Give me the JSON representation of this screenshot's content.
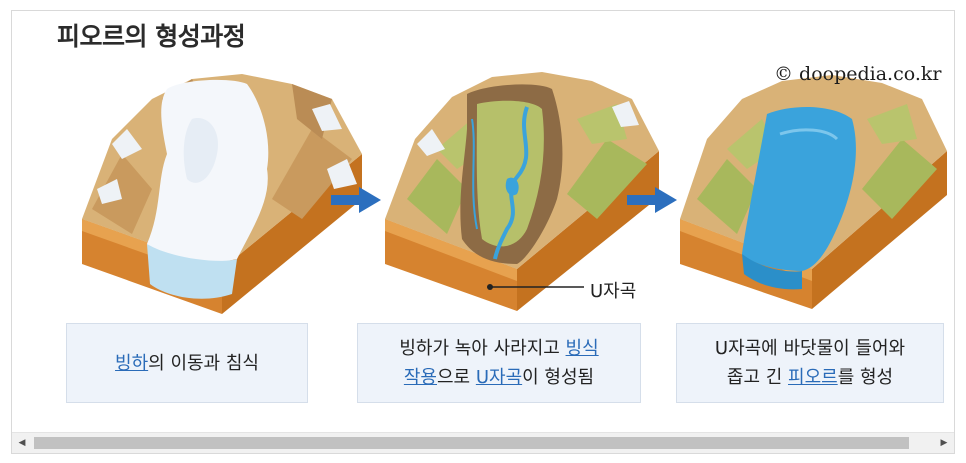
{
  "diagram": {
    "title": "피오르의 형성과정",
    "copyright": "© doopedia.co.kr",
    "annotation": "U자곡",
    "captions": [
      {
        "parts": [
          {
            "text": "빙하",
            "term": true
          },
          {
            "text": "의 이동과 침식",
            "term": false
          }
        ]
      },
      {
        "line1": [
          {
            "text": "빙하가 녹아 사라지고 ",
            "term": false
          },
          {
            "text": "빙식",
            "term": true
          }
        ],
        "line2": [
          {
            "text": "작용",
            "term": true
          },
          {
            "text": "으로 ",
            "term": false
          },
          {
            "text": "U자곡",
            "term": true
          },
          {
            "text": "이 형성됨",
            "term": false
          }
        ]
      },
      {
        "line1": [
          {
            "text": "U자곡에 바닷물이 들어와",
            "term": false
          }
        ],
        "line2": [
          {
            "text": "좁고 긴 ",
            "term": false
          },
          {
            "text": "피오르",
            "term": true
          },
          {
            "text": "를 형성",
            "term": false
          }
        ]
      }
    ],
    "colors": {
      "arrow": "#2c6fbe",
      "term": "#2a6bb8",
      "caption_bg": "#eef3fa",
      "soil": "#d9893b",
      "rock": "#d9b277",
      "glacier": "#f4f7fb",
      "water": "#3aa3dc"
    }
  },
  "scrollbar": {
    "left_arrow": "◀",
    "right_arrow": "▶"
  }
}
